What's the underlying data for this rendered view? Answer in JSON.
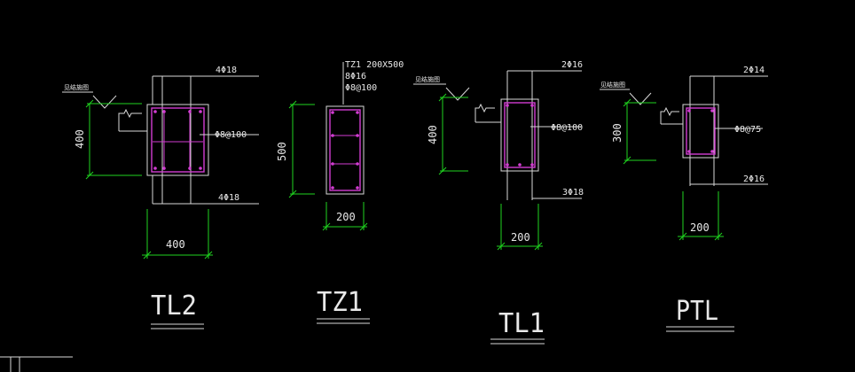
{
  "colors": {
    "background": "#000000",
    "line": "#d8d8d8",
    "dimension": "#1fd41f",
    "rebar": "#d23cd2"
  },
  "sections": [
    {
      "id": "tl2",
      "title": "TL2",
      "top_bars": "4Φ18",
      "stirrups": "Φ8@100",
      "bottom_bars": "4Φ18",
      "width_dim": "400",
      "height_dim": "400",
      "level_label": "见结施图"
    },
    {
      "id": "tz1",
      "title": "TZ1",
      "note_line1": "TZ1 200X500",
      "note_line2": "8Φ16",
      "note_line3": "Φ8@100",
      "width_dim": "200",
      "height_dim": "500"
    },
    {
      "id": "tl1",
      "title": "TL1",
      "top_bars": "2Φ16",
      "stirrups": "Φ8@100",
      "bottom_bars": "3Φ18",
      "width_dim": "200",
      "height_dim": "400",
      "level_label": "见结施图"
    },
    {
      "id": "ptl",
      "title": "PTL",
      "top_bars": "2Φ14",
      "stirrups": "Φ8@75",
      "bottom_bars": "2Φ16",
      "width_dim": "200",
      "height_dim": "300",
      "level_label": "见结施图"
    }
  ]
}
